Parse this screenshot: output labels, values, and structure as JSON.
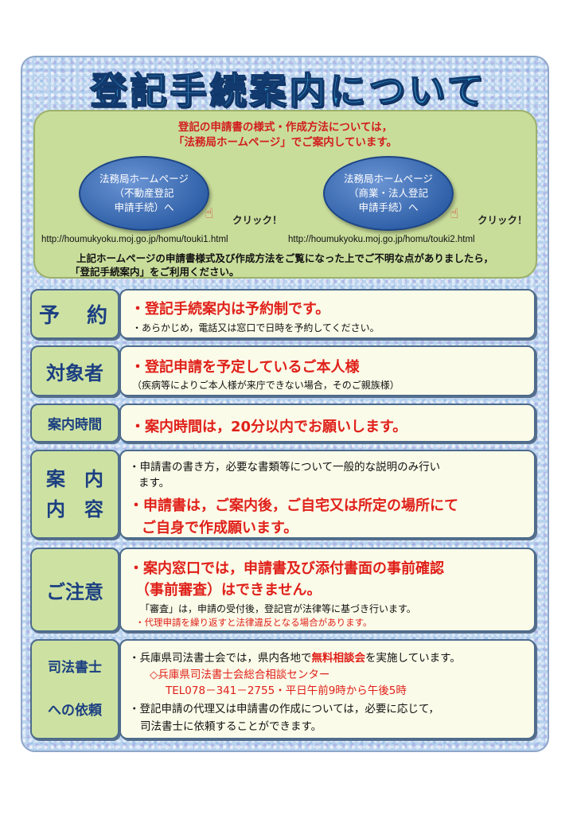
{
  "title": "登記手続案内について",
  "intro": {
    "line1": "登記の申請書の様式・作成方法については，",
    "line2": "「法務局ホームページ」でご案内しています。",
    "button1": {
      "line1": "法務局ホームページ",
      "line2": "（不動産登記",
      "line3": "申請手続）へ"
    },
    "button2": {
      "line1": "法務局ホームページ",
      "line2": "（商業・法人登記",
      "line3": "申請手続）へ"
    },
    "click_label": "クリック！",
    "url1": "http://houmukyoku.moj.go.jp/homu/touki1.html",
    "url2": "http://houmukyoku.moj.go.jp/homu/touki2.html",
    "note1": "上記ホームページの申請書様式及び作成方法をご覧になった上でご不明な点がありましたら，",
    "note2": "「登記手続案内」をご利用ください。"
  },
  "reservation": {
    "label": "予　約",
    "main": "・登記手続案内は予約制です。",
    "sub": "・あらかじめ，電話又は窓口で日時を予約してください。"
  },
  "target": {
    "label": "対象者",
    "main": "・登記申請を予定しているご本人様",
    "sub": "（疾病等によりご本人様が来庁できない場合，そのご親族様）"
  },
  "hours": {
    "label": "案内時間",
    "main": "・案内時間は，20分以内でお願いします。"
  },
  "content_section": {
    "label1": "案　内",
    "label2": "内　容",
    "sub1": "・申請書の書き方，必要な書類等について一般的な説明のみ行い",
    "sub2": "ます。",
    "main1": "・申請書は，ご案内後，ご自宅又は所定の場所にて",
    "main2": "ご自身で作成願います。"
  },
  "caution": {
    "label": "ご注意",
    "main1": "・案内窓口では，申請書及び添付書面の事前確認",
    "main2": "（事前審査）はできません。",
    "sub": "「審査」は，申請の受付後，登記官が法律等に基づき行います。",
    "note": "・代理申請を繰り返すと法律違反となる場合があります。"
  },
  "scrivener": {
    "label1": "司法書士",
    "label2": "への依頼",
    "line1_a": "・兵庫県司法書士会では，県内各地で",
    "line1_b": "無料相談会",
    "line1_c": "を実施しています。",
    "center": "◇兵庫県司法書士会総合相談センター",
    "tel": "TEL078－341－2755・平日午前9時から午後5時",
    "line3": "・登記申請の代理又は申請書の作成については，必要に応じて，",
    "line4": "司法書士に依頼することができます。"
  }
}
